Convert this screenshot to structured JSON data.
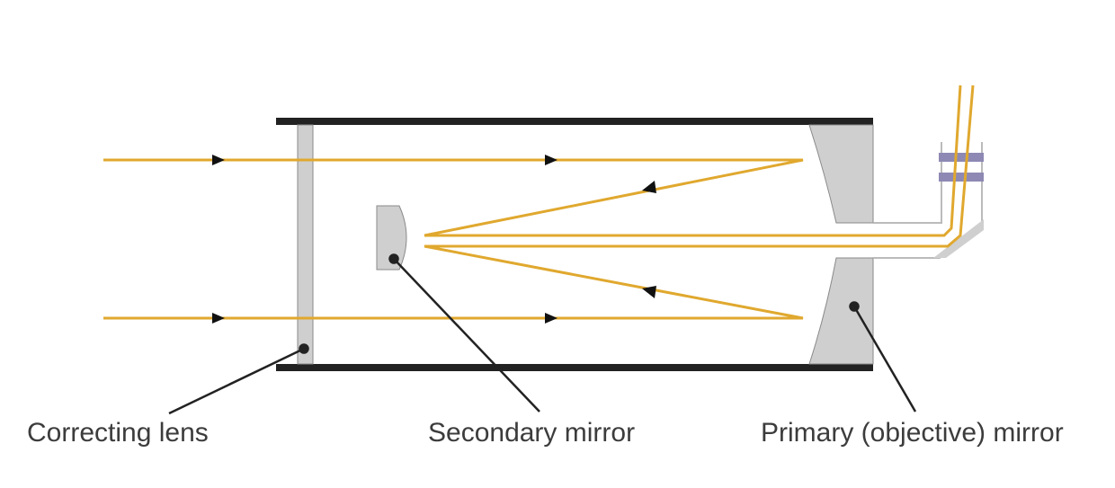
{
  "labels": {
    "correcting_lens": "Correcting lens",
    "secondary_mirror": "Secondary mirror",
    "primary_mirror": "Primary (objective) mirror"
  },
  "colors": {
    "tube": "#222222",
    "light_ray": "#e0a82e",
    "glass": "#cfcfcf",
    "glass_edge": "#8a8a8a",
    "eyepiece_lens": "#8d89b4",
    "pointer": "#222222",
    "text": "#3c3c3c"
  }
}
